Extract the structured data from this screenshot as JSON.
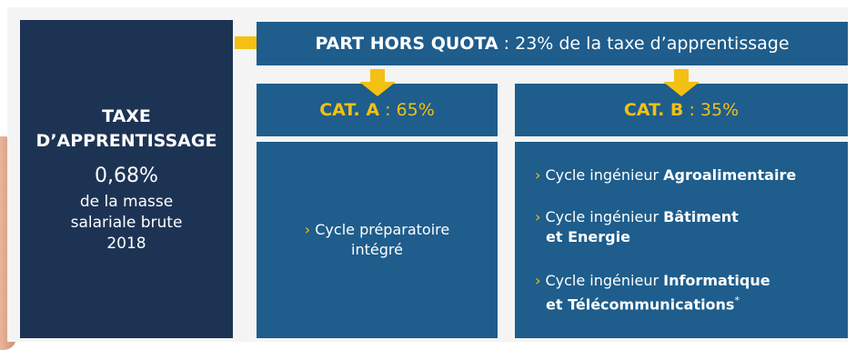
{
  "left_box": {
    "title_line1": "TAXE",
    "title_line2": "D’APPRENTISSAGE",
    "percentage": "0,68%",
    "desc_line1": "de la masse",
    "desc_line2": "salariale brute",
    "desc_line3": "2018"
  },
  "top_bar": {
    "label_bold": "PART HORS QUOTA",
    "label_rest": " : 23% de la taxe d’apprentissage"
  },
  "cat_a": {
    "label_bold": "CAT. A",
    "label_rest": " : 65%",
    "item": {
      "prefix": "› ",
      "line1": "Cycle préparatoire",
      "line2": "intégré"
    }
  },
  "cat_b": {
    "label_bold": "CAT. B",
    "label_rest": " : 35%",
    "items": [
      {
        "prefix": "› ",
        "text": "Cycle ingénieur ",
        "bold1": "Agroalimentaire",
        "bold2": "",
        "suffix": ""
      },
      {
        "prefix": "› ",
        "text": "Cycle ingénieur ",
        "bold1": "Bâtiment",
        "bold2": "et Energie",
        "suffix": ""
      },
      {
        "prefix": "› ",
        "text": "Cycle ingénieur ",
        "bold1": "Informatique",
        "bold2": "et Télécommunications",
        "suffix": "*"
      }
    ]
  },
  "colors": {
    "navy": "#1d3354",
    "blue": "#1e5d8c",
    "yellow": "#f3c013",
    "frame": "#f4f4f4"
  }
}
